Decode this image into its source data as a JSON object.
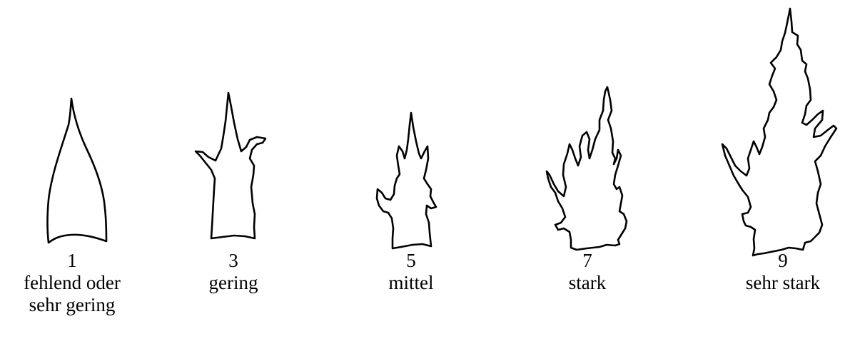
{
  "figure": {
    "items": [
      {
        "note": "1",
        "label_lines": [
          "fehlend oder",
          "sehr gering"
        ]
      },
      {
        "note": "3",
        "label_lines": [
          "gering"
        ]
      },
      {
        "note": "5",
        "label_lines": [
          "mittel"
        ]
      },
      {
        "note": "7",
        "label_lines": [
          "stark"
        ]
      },
      {
        "note": "9",
        "label_lines": [
          "sehr stark"
        ]
      }
    ]
  }
}
